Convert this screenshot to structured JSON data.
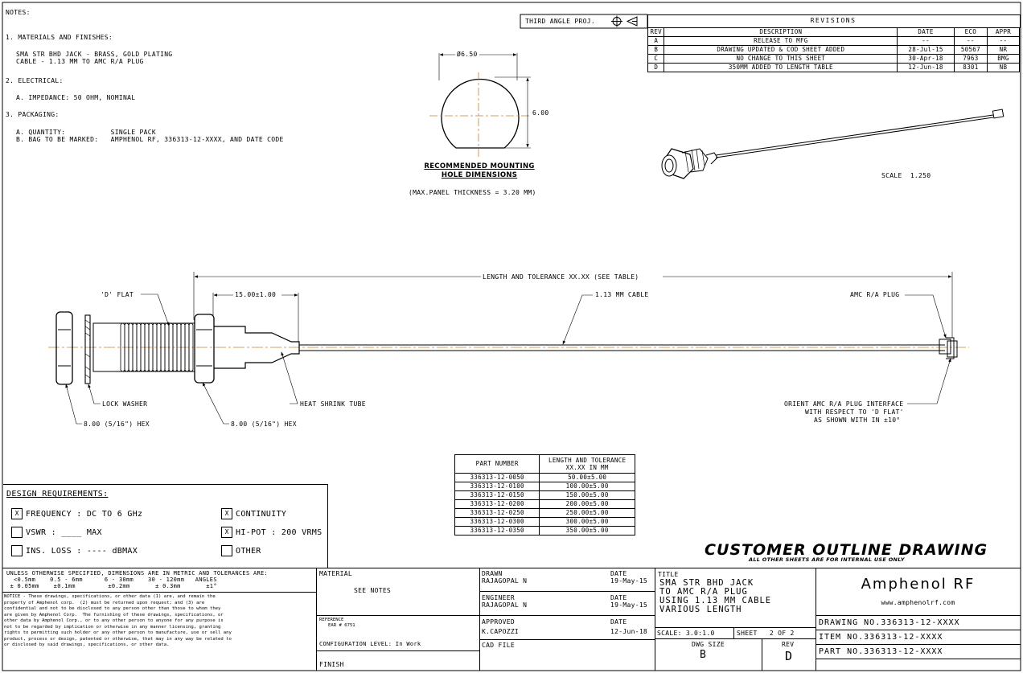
{
  "notes": {
    "heading": "NOTES:",
    "n1": "1. MATERIALS AND FINISHES:",
    "n1a": "SMA STR BHD JACK - BRASS, GOLD PLATING",
    "n1b": "CABLE - 1.13 MM TO AMC R/A PLUG",
    "n2": "2. ELECTRICAL:",
    "n2a": "A. IMPEDANCE: 50 OHM, NOMINAL",
    "n3": "3. PACKAGING:",
    "n3a": "A. QUANTITY:           SINGLE PACK",
    "n3b": "B. BAG TO BE MARKED:   AMPHENOL RF, 336313-12-XXXX, AND DATE CODE"
  },
  "projection": "THIRD ANGLE PROJ.",
  "revisions": {
    "title": "REVISIONS",
    "headers": [
      "REV",
      "DESCRIPTION",
      "DATE",
      "ECO",
      "APPR"
    ],
    "rows": [
      [
        "A",
        "RELEASE TO MFG",
        "--",
        "--",
        "--"
      ],
      [
        "B",
        "DRAWING UPDATED & COD SHEET ADDED",
        "28-Jul-15",
        "50567",
        "NR"
      ],
      [
        "C",
        "NO CHANGE TO THIS SHEET",
        "30-Apr-18",
        "7963",
        "BMG"
      ],
      [
        "D",
        "350MM ADDED TO LENGTH TABLE",
        "12-Jun-18",
        "8301",
        "NB"
      ]
    ]
  },
  "mounting": {
    "dia": "Ø6.50",
    "height": "6.00",
    "title1": "RECOMMENDED MOUNTING",
    "title2": "HOLE DIMENSIONS",
    "note": "(MAX.PANEL THICKNESS = 3.20 MM)"
  },
  "iso_scale": "SCALE  1.250",
  "main_view": {
    "length_label": "LENGTH AND TOLERANCE XX.XX (SEE TABLE)",
    "d_flat": "'D' FLAT",
    "dim_15": "15.00±1.00",
    "cable": "1.13 MM CABLE",
    "plug": "AMC R/A PLUG",
    "lock_washer": "LOCK WASHER",
    "heat_shrink": "HEAT SHRINK TUBE",
    "hex1": "8.00 (5/16\") HEX",
    "hex2": "8.00 (5/16\") HEX",
    "orient1": "ORIENT AMC R/A PLUG INTERFACE",
    "orient2": "WITH RESPECT TO 'D FLAT'",
    "orient3": "AS SHOWN WITH IN ±10°"
  },
  "part_table": {
    "h1": "PART NUMBER",
    "h2a": "LENGTH AND TOLERANCE",
    "h2b": "XX.XX IN MM",
    "rows": [
      [
        "336313-12-0050",
        "50.00±5.00"
      ],
      [
        "336313-12-0100",
        "100.00±5.00"
      ],
      [
        "336313-12-0150",
        "150.00±5.00"
      ],
      [
        "336313-12-0200",
        "200.00±5.00"
      ],
      [
        "336313-12-0250",
        "250.00±5.00"
      ],
      [
        "336313-12-0300",
        "300.00±5.00"
      ],
      [
        "336313-12-0350",
        "350.00±5.00"
      ]
    ]
  },
  "design_req": {
    "title": "DESIGN REQUIREMENTS:",
    "freq_mark": "X",
    "freq": "FREQUENCY : DC TO 6 GHz",
    "cont_mark": "X",
    "cont": "CONTINUITY",
    "vswr": "VSWR : ____ MAX",
    "hipot_mark": "X",
    "hipot": "HI-POT : 200 VRMS",
    "loss": "INS. LOSS : ---- dBMAX",
    "other": "OTHER"
  },
  "customer": {
    "title": "CUSTOMER OUTLINE DRAWING",
    "sub": "ALL OTHER SHEETS ARE FOR INTERNAL USE ONLY"
  },
  "title_block": {
    "tol1": "UNLESS OTHERWISE SPECIFIED, DIMENSIONS ARE IN METRIC AND TOLERANCES ARE:",
    "tol2": "  <0.5mm    0.5 - 6mm      6 - 30mm    30 - 120mm   ANGLES",
    "tol3": " ± 0.05mm    ±0.1mm         ±0.2mm       ± 0.3mm       ±1°",
    "notice": [
      "NOTICE - These drawings, specifications, or other data (1) are, and remain the",
      "property of Amphenol corp.  (2) must be returned upon request; and (3) are",
      "confidential and not to be disclosed to any person other than those to whom they",
      "are given by Amphenol Corp.  The furnishing of these drawings, specifications, or",
      "other data by Amphenol Corp., or to any other person to anyone for any purpose is",
      "not to be regarded by implication or otherwise in any manner licensing, granting",
      "rights to permitting such holder or any other person to manufacture, use or sell any",
      "product, process or design, patented or otherwise, that may in any way be related to",
      "or disclosed by said drawings, specifications, or other data."
    ],
    "material_label": "MATERIAL",
    "material_value": "SEE NOTES",
    "reference_label": "REFERENCE",
    "reference_value": "EAR # 6751",
    "config": "CONFIGURATION LEVEL: In Work",
    "finish": "FINISH",
    "drawn_label": "DRAWN",
    "drawn_name": "RAJAGOPAL N",
    "drawn_date_label": "DATE",
    "drawn_date": "19-May-15",
    "eng_label": "ENGINEER",
    "eng_name": "RAJAGOPAL N",
    "eng_date_label": "DATE",
    "eng_date": "19-May-15",
    "appr_label": "APPROVED",
    "appr_name": "K.CAPOZZI",
    "appr_date_label": "DATE",
    "appr_date": "12-Jun-18",
    "cad": "CAD FILE",
    "title_label": "TITLE",
    "title_lines": [
      "SMA STR BHD JACK",
      "TO AMC R/A PLUG",
      "USING 1.13 MM CABLE",
      "VARIOUS LENGTH"
    ],
    "scale": "SCALE: 3.0:1.0",
    "sheet": "SHEET   2 OF 2",
    "dwg_size_label": "DWG SIZE",
    "dwg_size": "B",
    "rev_label": "REV",
    "rev": "D",
    "company": "Amphenol RF",
    "website": "www.amphenolrf.com",
    "drawing_no": "DRAWING NO.336313-12-XXXX",
    "item_no": "ITEM NO.336313-12-XXXX",
    "part_no": "PART NO.336313-12-XXXX"
  }
}
